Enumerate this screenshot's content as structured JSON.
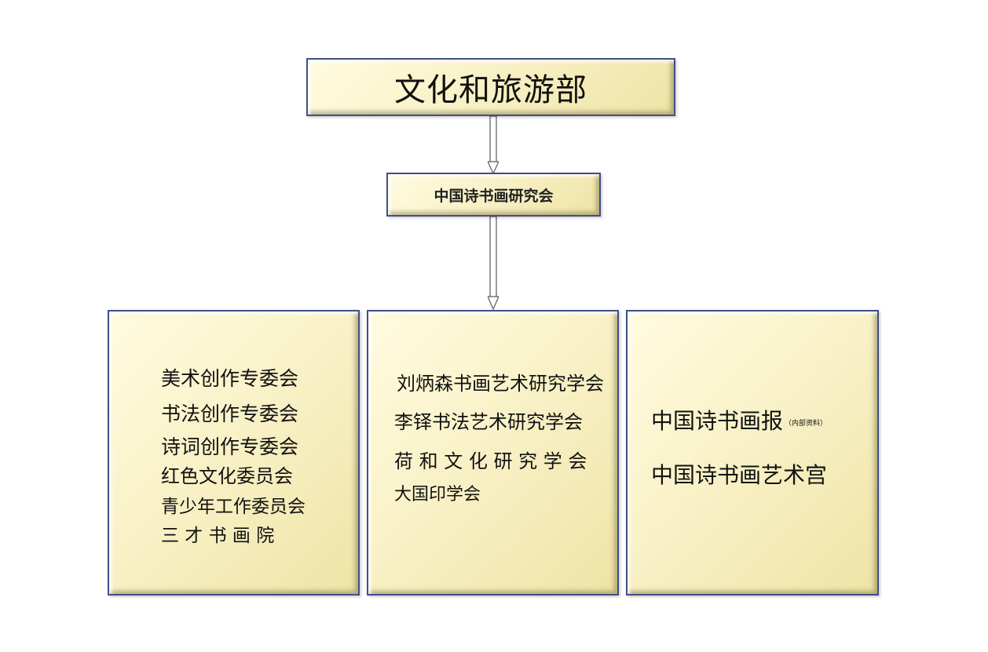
{
  "top": {
    "title": "文化和旅游部"
  },
  "middle": {
    "title": "中国诗书画研究会"
  },
  "left_column": {
    "items": [
      "美术创作专委会",
      "书法创作专委会",
      "诗词创作专委会",
      "红色文化委员会",
      "青少年工作委员会",
      "三 才 书 画 院"
    ]
  },
  "center_column": {
    "items": [
      "刘炳森书画艺术研究学会",
      "李铎书法艺术研究学会",
      "荷 和 文 化 研 究 学 会",
      "大国印学会"
    ]
  },
  "right_column": {
    "items": [
      {
        "text": "中国诗书画报",
        "note": "（内部资料）"
      },
      {
        "text": "中国诗书画艺术宫"
      }
    ]
  }
}
